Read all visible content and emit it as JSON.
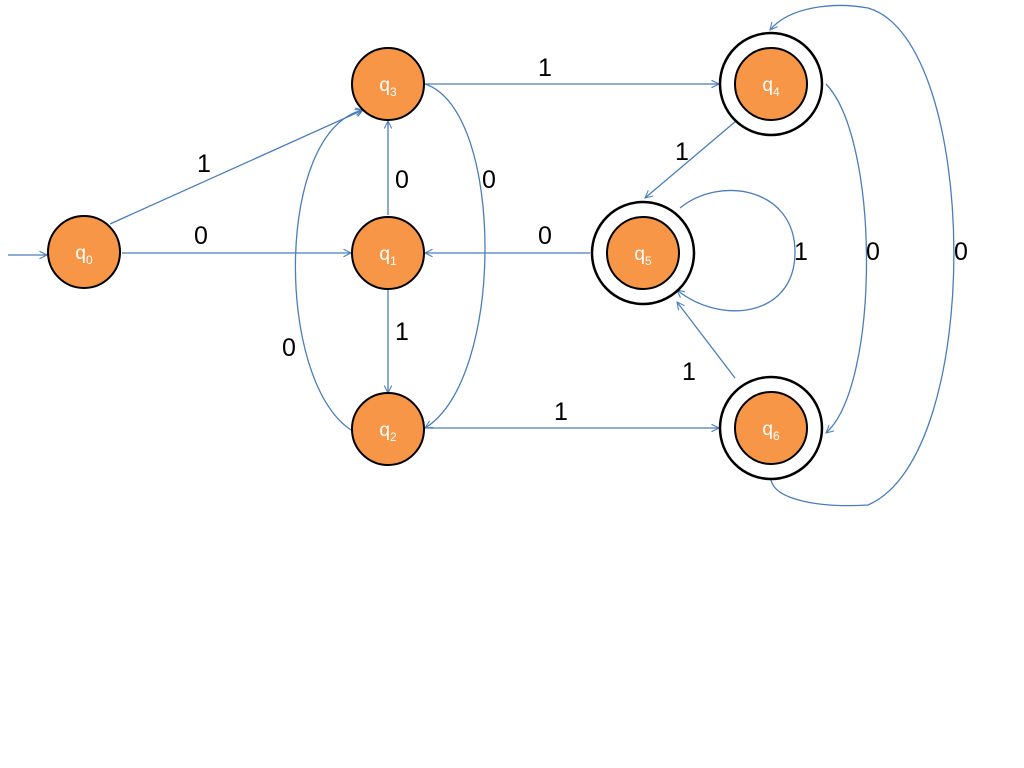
{
  "states": [
    {
      "id": "q0",
      "base": "q",
      "sub": "0",
      "accepting": false,
      "start": true
    },
    {
      "id": "q1",
      "base": "q",
      "sub": "1",
      "accepting": false,
      "start": false
    },
    {
      "id": "q2",
      "base": "q",
      "sub": "2",
      "accepting": false,
      "start": false
    },
    {
      "id": "q3",
      "base": "q",
      "sub": "3",
      "accepting": false,
      "start": false
    },
    {
      "id": "q4",
      "base": "q",
      "sub": "4",
      "accepting": true,
      "start": false
    },
    {
      "id": "q5",
      "base": "q",
      "sub": "5",
      "accepting": true,
      "start": false
    },
    {
      "id": "q6",
      "base": "q",
      "sub": "6",
      "accepting": true,
      "start": false
    }
  ],
  "transitions": [
    {
      "from": "q0",
      "to": "q3",
      "symbol": "1"
    },
    {
      "from": "q0",
      "to": "q1",
      "symbol": "0"
    },
    {
      "from": "q1",
      "to": "q3",
      "symbol": "0"
    },
    {
      "from": "q1",
      "to": "q2",
      "symbol": "1"
    },
    {
      "from": "q2",
      "to": "q3",
      "symbol": "0"
    },
    {
      "from": "q3",
      "to": "q2",
      "symbol": "0"
    },
    {
      "from": "q3",
      "to": "q4",
      "symbol": "1"
    },
    {
      "from": "q2",
      "to": "q6",
      "symbol": "1"
    },
    {
      "from": "q5",
      "to": "q1",
      "symbol": "0"
    },
    {
      "from": "q4",
      "to": "q5",
      "symbol": "1"
    },
    {
      "from": "q5",
      "to": "q5",
      "symbol": "1"
    },
    {
      "from": "q6",
      "to": "q5",
      "symbol": "1"
    },
    {
      "from": "q4",
      "to": "q6",
      "symbol": "0"
    },
    {
      "from": "q6",
      "to": "q4",
      "symbol": "0"
    }
  ],
  "colors": {
    "state_fill": "#f79646",
    "edge": "#4a7ebb",
    "label_text": "#ffffff",
    "edge_label_text": "#000000"
  }
}
